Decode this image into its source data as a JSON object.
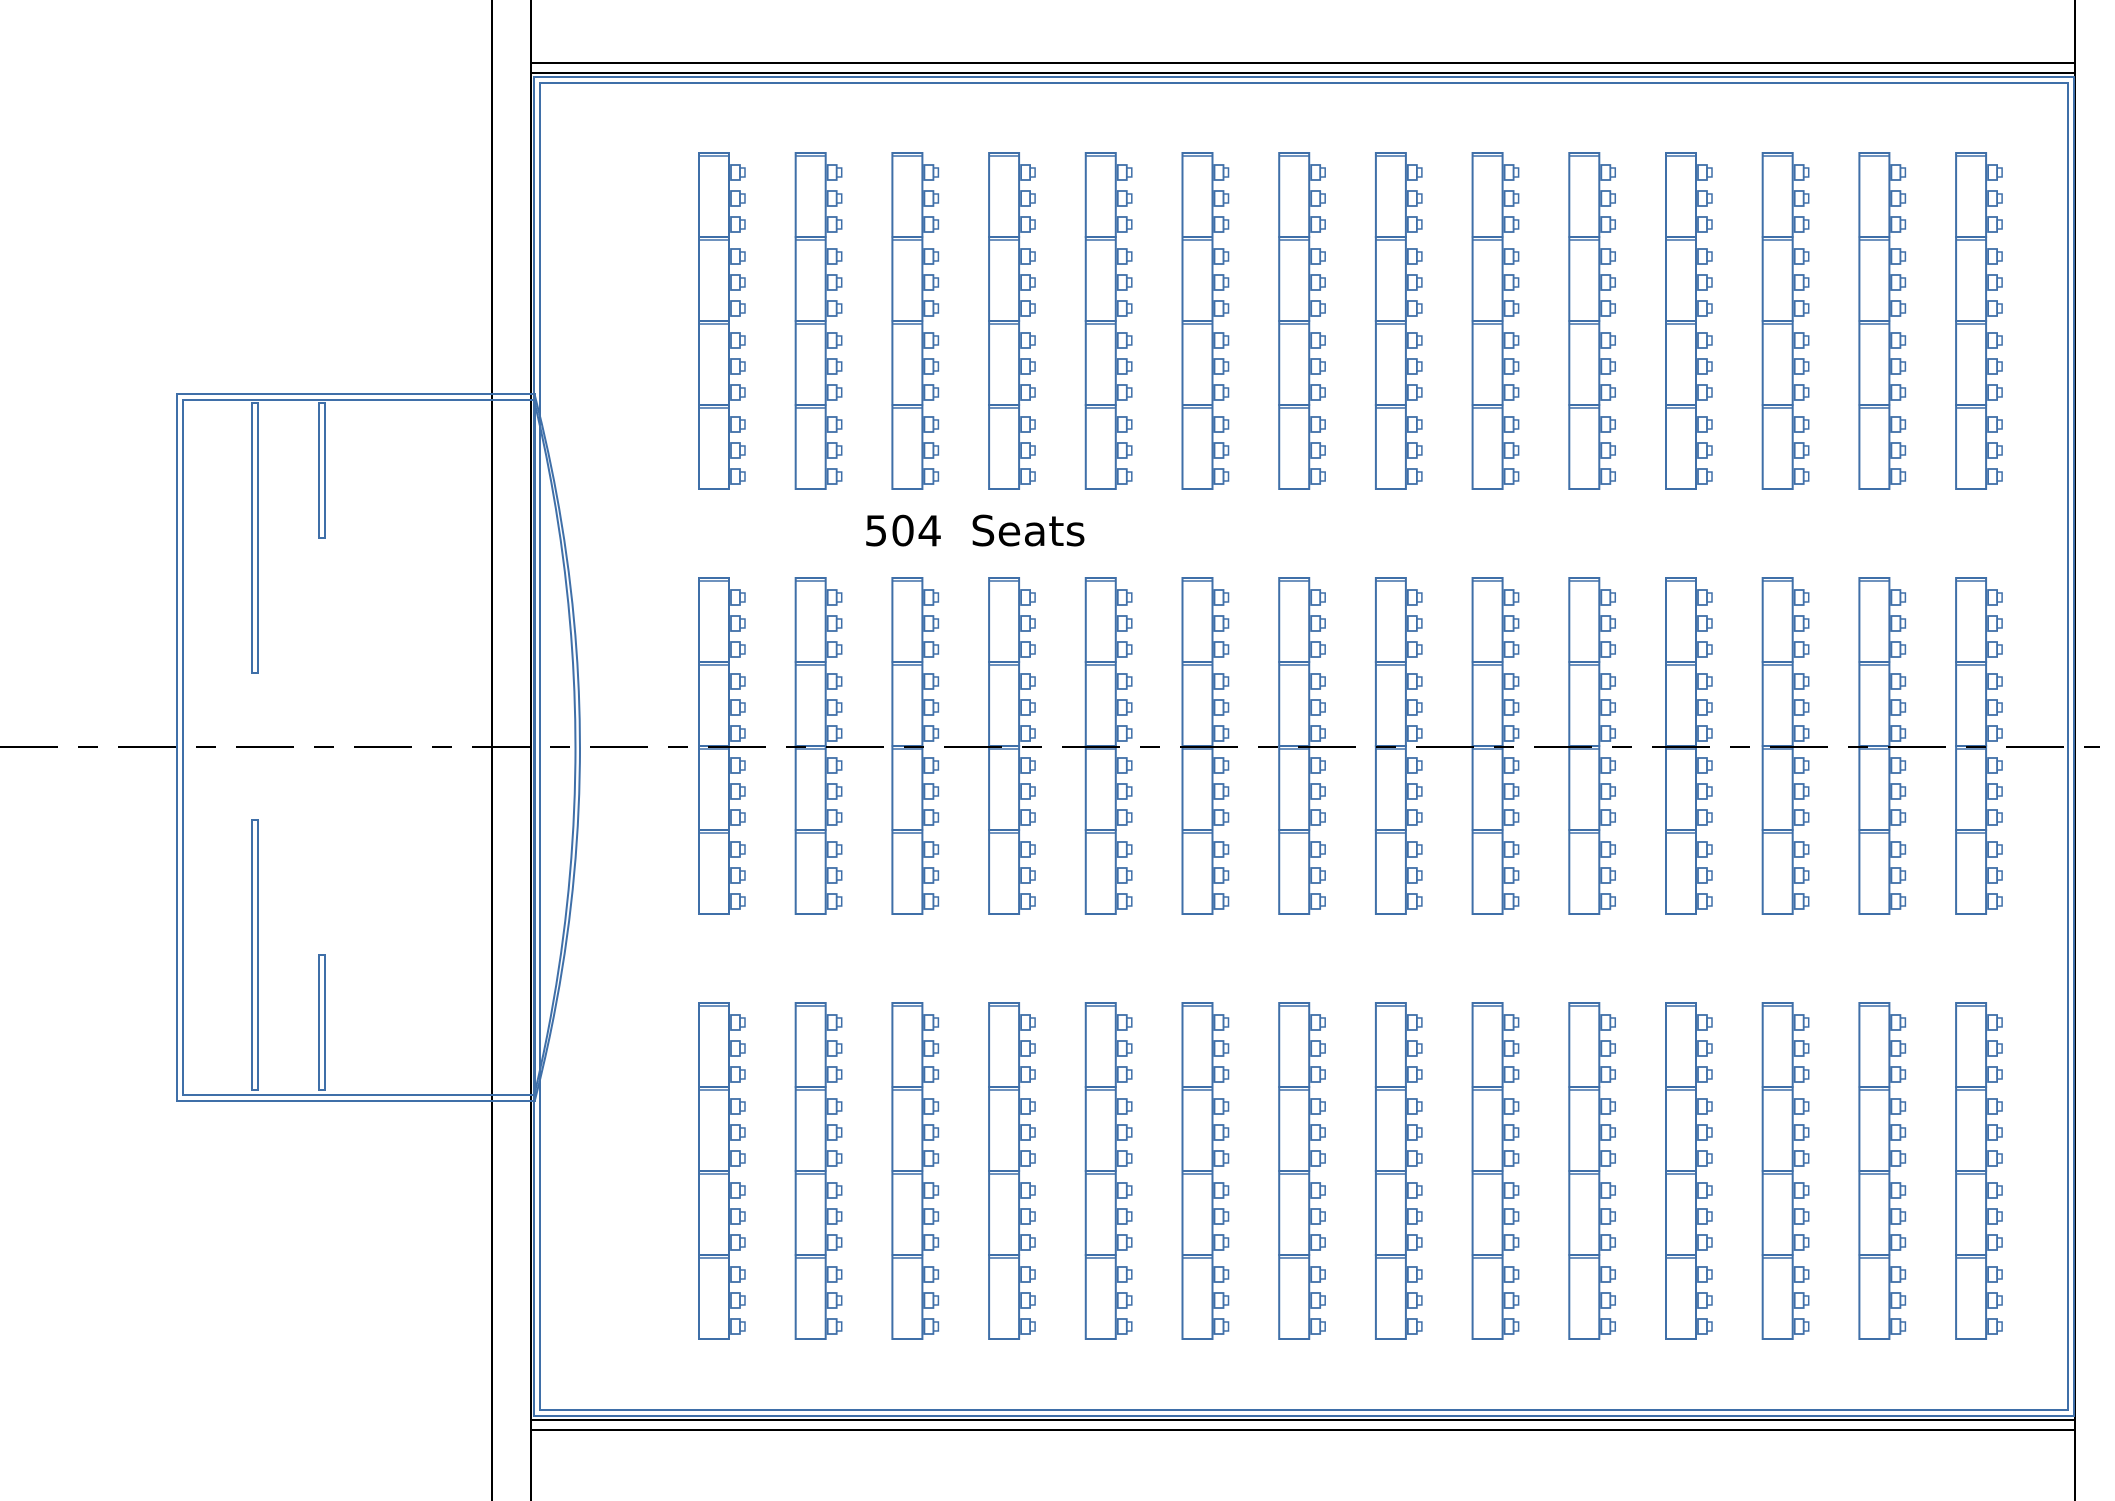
{
  "label": {
    "text": "504  Seats"
  },
  "layout": {
    "blocks": 3,
    "columns_per_block": 14,
    "tables_per_column": 4,
    "seats_per_table": 3
  },
  "colors": {
    "wall": "#000000",
    "fixture": "#3f6fa8",
    "background": "#ffffff"
  }
}
